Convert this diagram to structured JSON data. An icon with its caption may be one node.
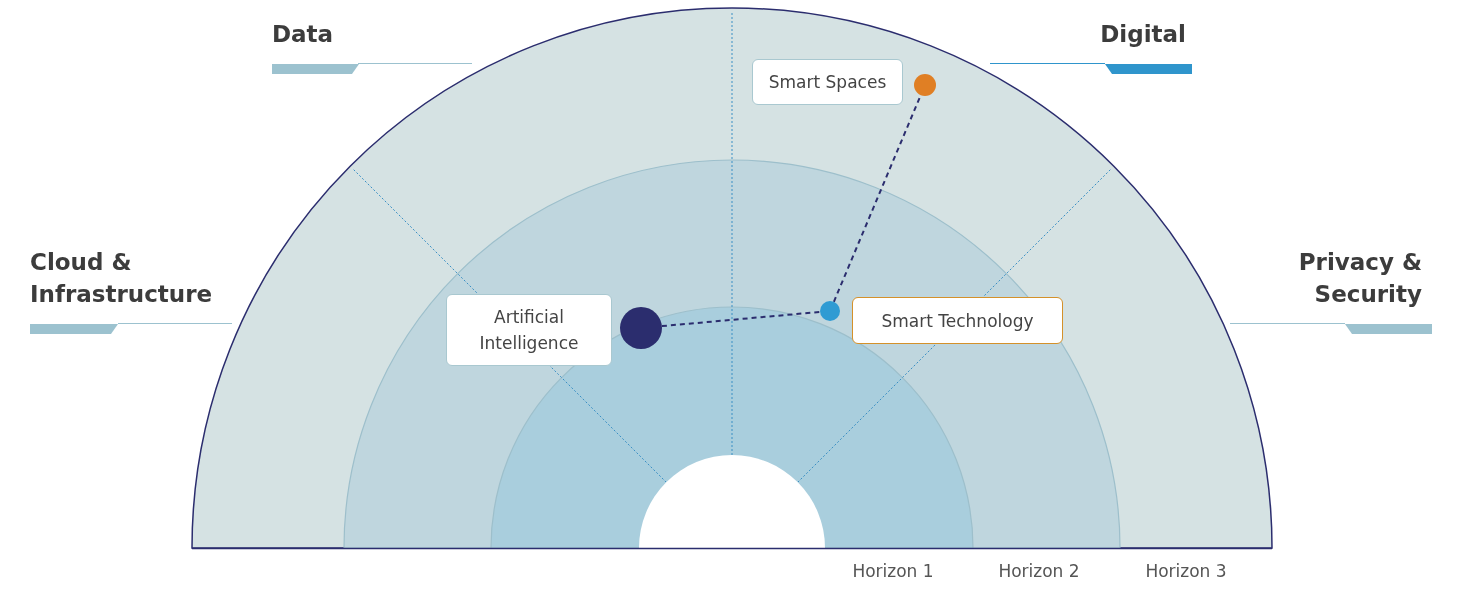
{
  "diagram": {
    "nodes": [
      {
        "text": [
          "Smart Spaces"
        ]
      },
      {
        "text": [],
        "shape": "circle"
      },
      {
        "text": [
          "Artificial Intelligence"
        ]
      },
      {
        "text": [],
        "shape": "circle"
      },
      {
        "text": [],
        "shape": "circle"
      },
      {
        "text": [
          "Smart Technology"
        ]
      }
    ],
    "edges": [
      {
        "from": 3,
        "to": 4,
        "arrow": "none",
        "style": "dashed"
      },
      {
        "from": 4,
        "to": 1,
        "arrow": "none",
        "style": "dashed"
      }
    ],
    "labels": [
      "Data",
      "Digital",
      "Cloud & Infrastructure",
      "Privacy & Security",
      "Horizon 1",
      "Horizon 2",
      "Horizon 3"
    ]
  }
}
